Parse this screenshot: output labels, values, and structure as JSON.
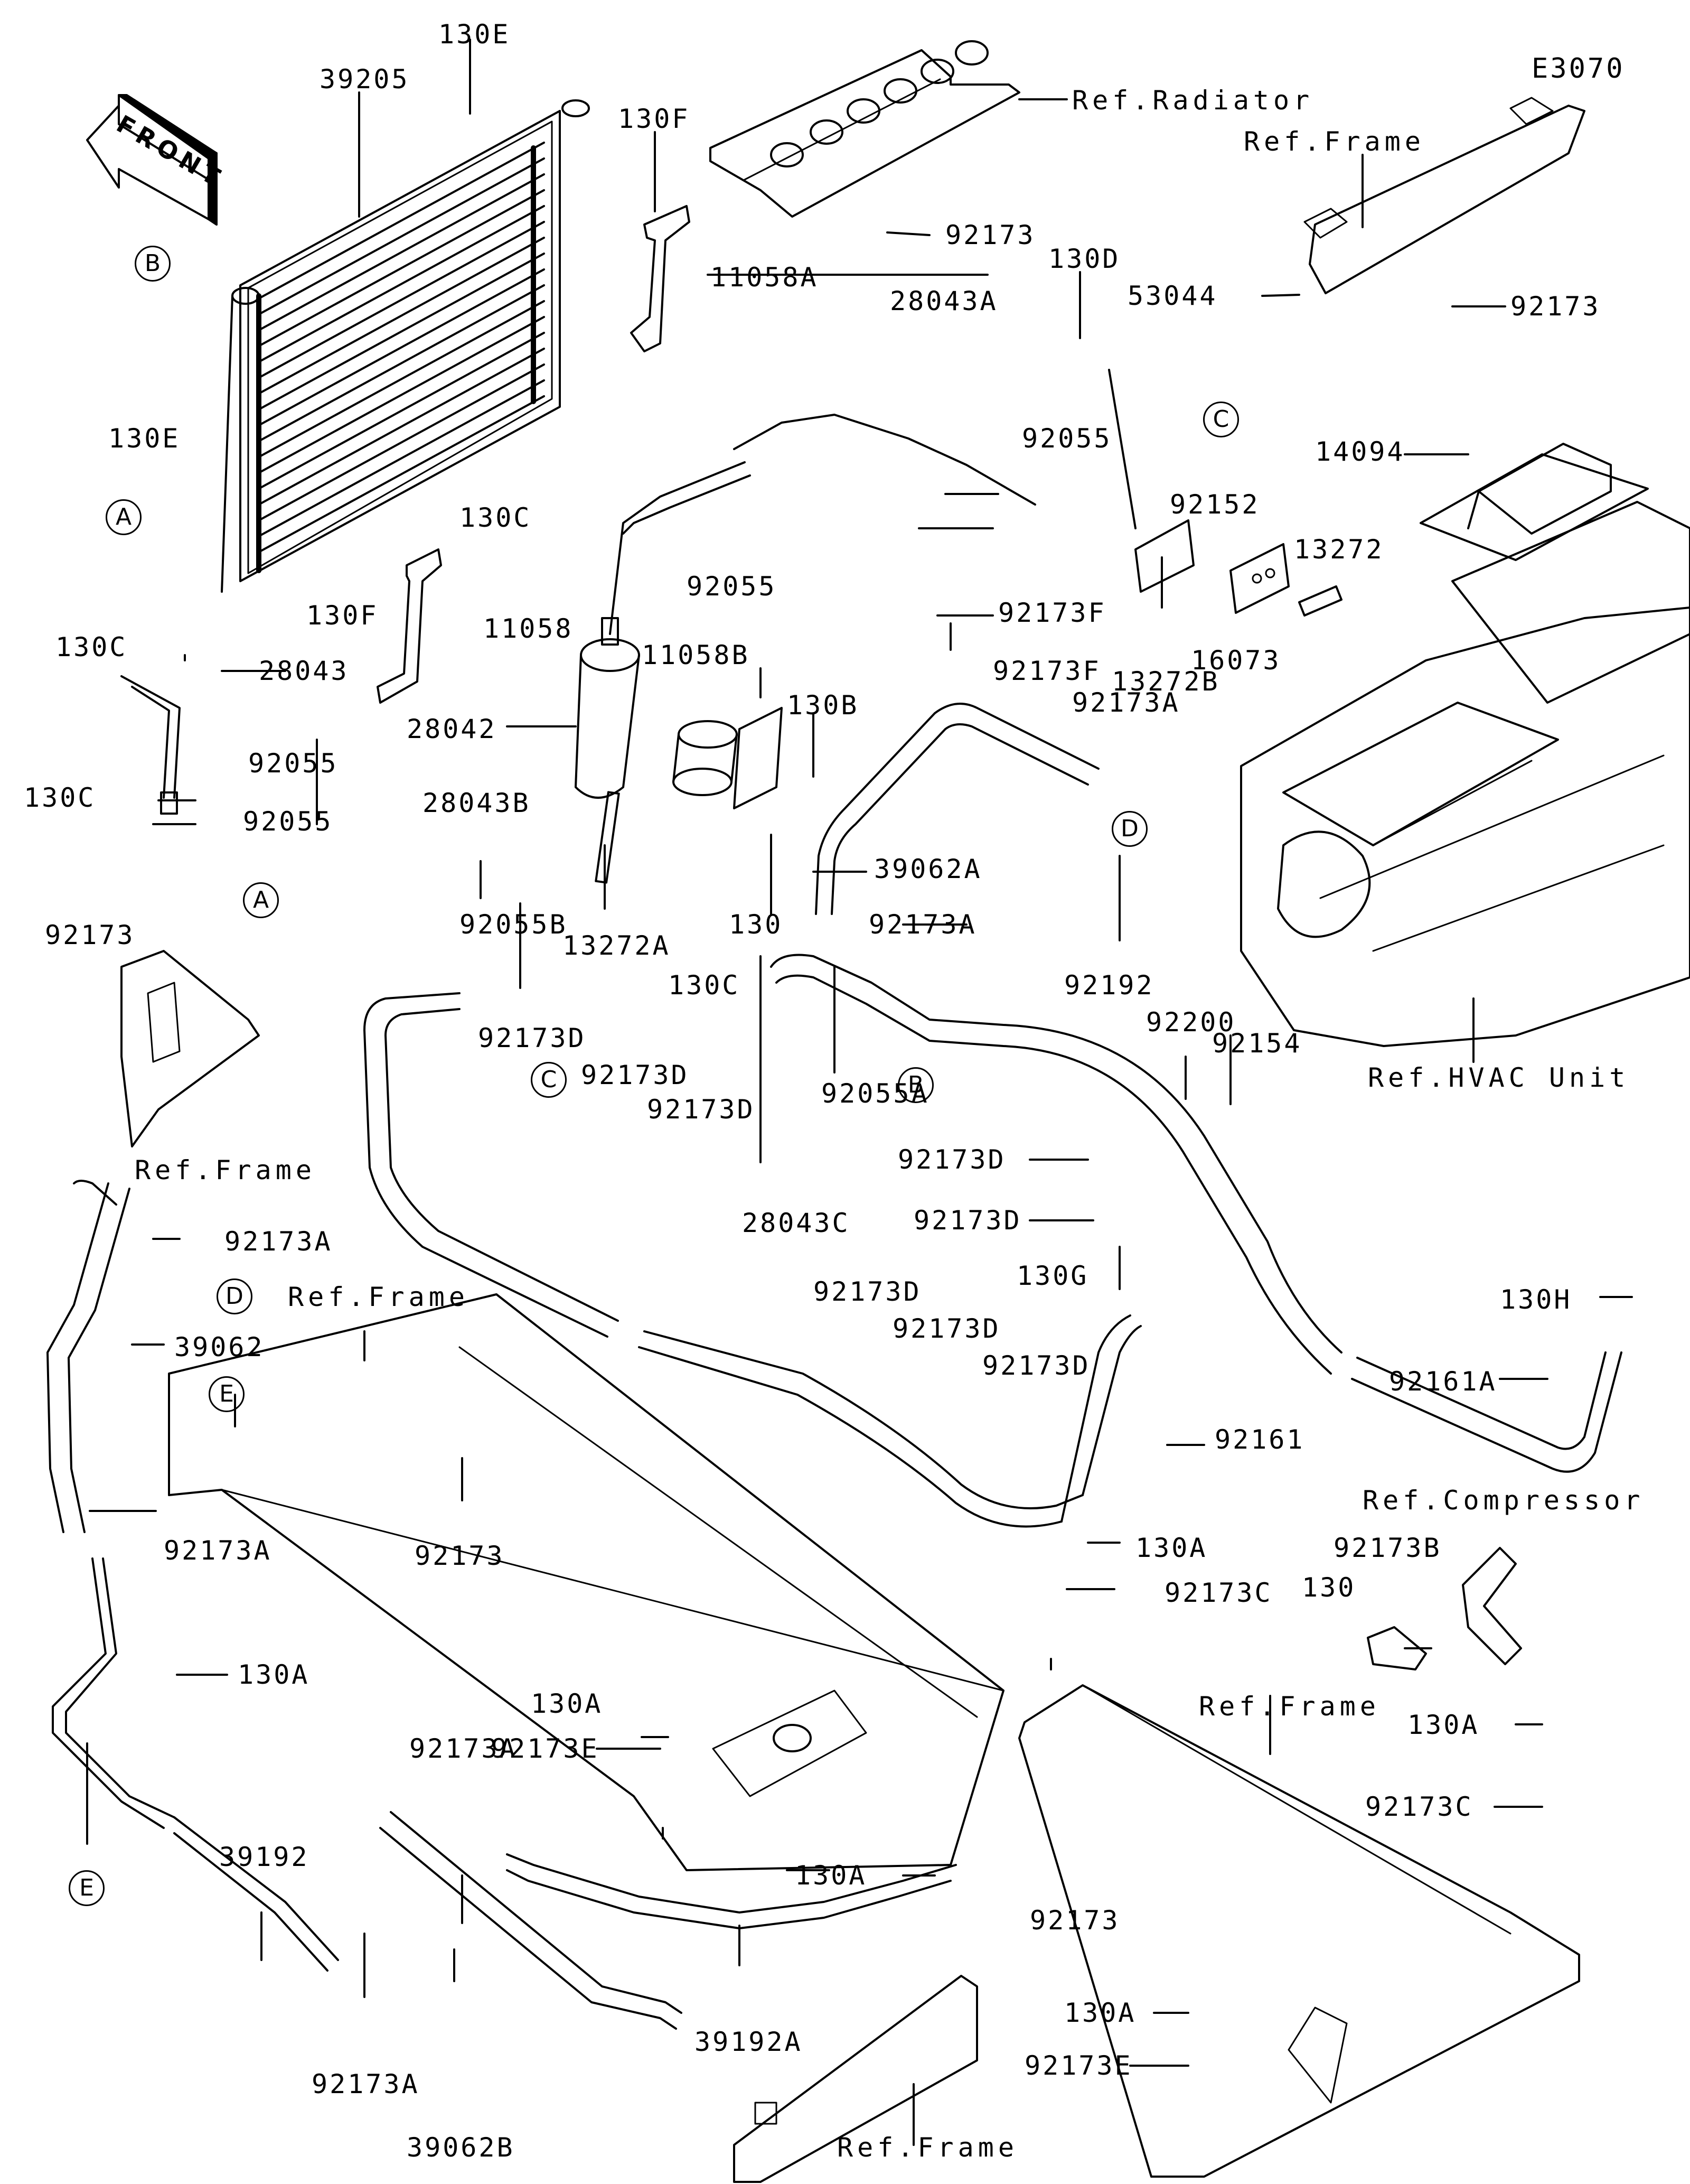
{
  "diagram": {
    "code": "E3070",
    "front_arrow_text": "FRONT",
    "callouts": {
      "A": "A",
      "B": "B",
      "C": "C",
      "D": "D",
      "E": "E"
    },
    "references": {
      "radiator": "Ref.Radiator",
      "frame": "Ref.Frame",
      "hvac_unit": "Ref.HVAC Unit",
      "compressor": "Ref.Compressor"
    },
    "parts": {
      "p130": "130",
      "p130A": "130A",
      "p130B": "130B",
      "p130C": "130C",
      "p130D": "130D",
      "p130E": "130E",
      "p130F": "130F",
      "p130G": "130G",
      "p130H": "130H",
      "p11058": "11058",
      "p11058A": "11058A",
      "p11058B": "11058B",
      "p13272": "13272",
      "p13272A": "13272A",
      "p13272B": "13272B",
      "p14094": "14094",
      "p16073": "16073",
      "p28042": "28042",
      "p28043": "28043",
      "p28043A": "28043A",
      "p28043B": "28043B",
      "p28043C": "28043C",
      "p39062": "39062",
      "p39062A": "39062A",
      "p39062B": "39062B",
      "p39192": "39192",
      "p39192A": "39192A",
      "p39205": "39205",
      "p53044": "53044",
      "p92055": "92055",
      "p92055A": "92055A",
      "p92055B": "92055B",
      "p92152": "92152",
      "p92154": "92154",
      "p92161": "92161",
      "p92161A": "92161A",
      "p92173": "92173",
      "p92173A": "92173A",
      "p92173B": "92173B",
      "p92173C": "92173C",
      "p92173D": "92173D",
      "p92173E": "92173E",
      "p92173F": "92173F",
      "p92192": "92192",
      "p92200": "92200"
    }
  }
}
